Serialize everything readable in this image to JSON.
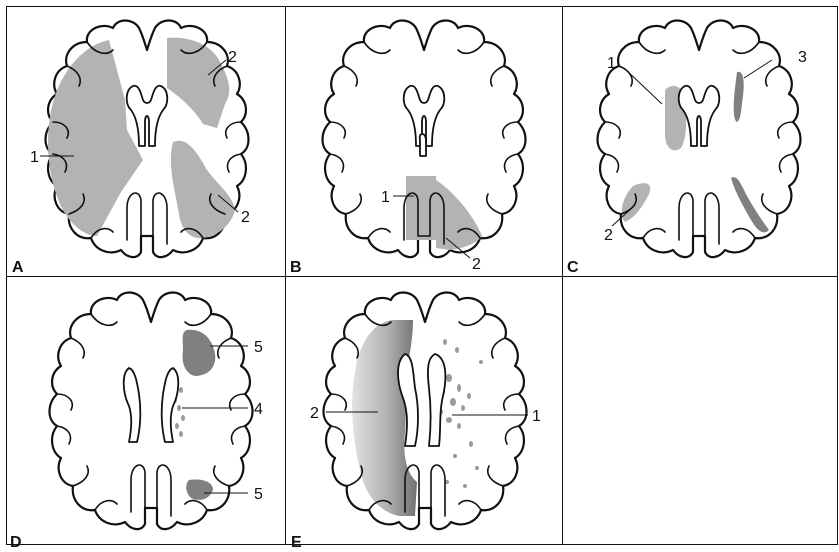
{
  "panels": [
    {
      "id": "A",
      "letter": "A",
      "labels": [
        "1",
        "2",
        "2"
      ]
    },
    {
      "id": "B",
      "letter": "B",
      "labels": [
        "1",
        "2"
      ]
    },
    {
      "id": "C",
      "letter": "C",
      "labels": [
        "1",
        "3",
        "2"
      ]
    },
    {
      "id": "D",
      "letter": "D",
      "labels": [
        "5",
        "4",
        "5"
      ]
    },
    {
      "id": "E",
      "letter": "E",
      "labels": [
        "2",
        "1"
      ]
    }
  ],
  "colors": {
    "border": "#111111",
    "light_gray": "#b3b3b3",
    "dark_gray": "#808080",
    "background": "#ffffff"
  }
}
